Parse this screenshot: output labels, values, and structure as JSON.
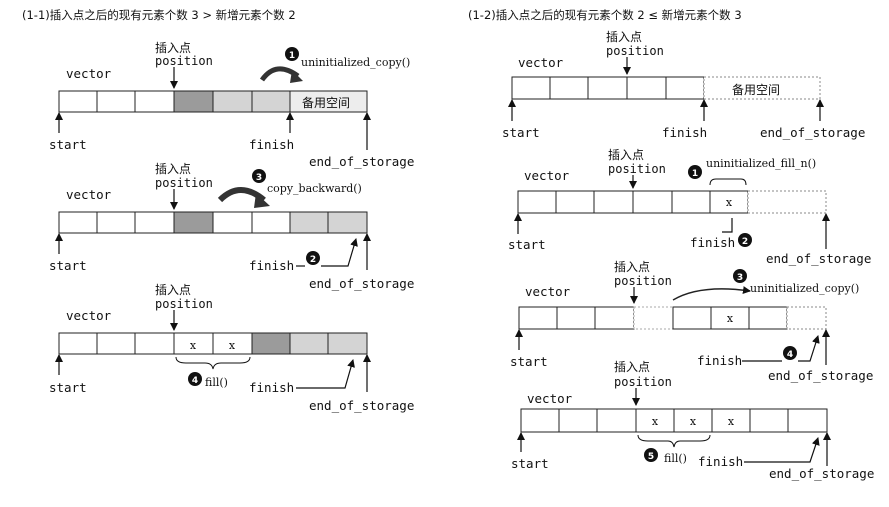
{
  "left": {
    "heading": "(1-1)插入点之后的现有元素个数 3 > 新增元素个数 2",
    "insert_label": "插入点",
    "position_label": "position",
    "vector_label": "vector",
    "start_label": "start",
    "finish_label": "finish",
    "eos_label": "end_of_storage",
    "spare_label": "备用空间",
    "step1_num": "1",
    "step1_label": "uninitialized_copy()",
    "step2_num": "2",
    "step3_num": "3",
    "step3_label": "copy_backward()",
    "step4_num": "4",
    "step4_label": "fill()",
    "x1": "x",
    "x2": "x"
  },
  "right": {
    "heading": "(1-2)插入点之后的现有元素个数 2 ≤ 新增元素个数 3",
    "insert_label": "插入点",
    "position_label": "position",
    "vector_label": "vector",
    "start_label": "start",
    "finish_label": "finish",
    "eos_label": "end_of_storage",
    "spare_label": "备用空间",
    "step1_num": "1",
    "step1_label": "uninitialized_fill_n()",
    "step2_num": "2",
    "step3_num": "3",
    "step3_label": "uninitialized_copy()",
    "step4_num": "4",
    "step5_num": "5",
    "step5_label": "fill()",
    "x1": "x",
    "x2": "x",
    "x3": "x"
  }
}
